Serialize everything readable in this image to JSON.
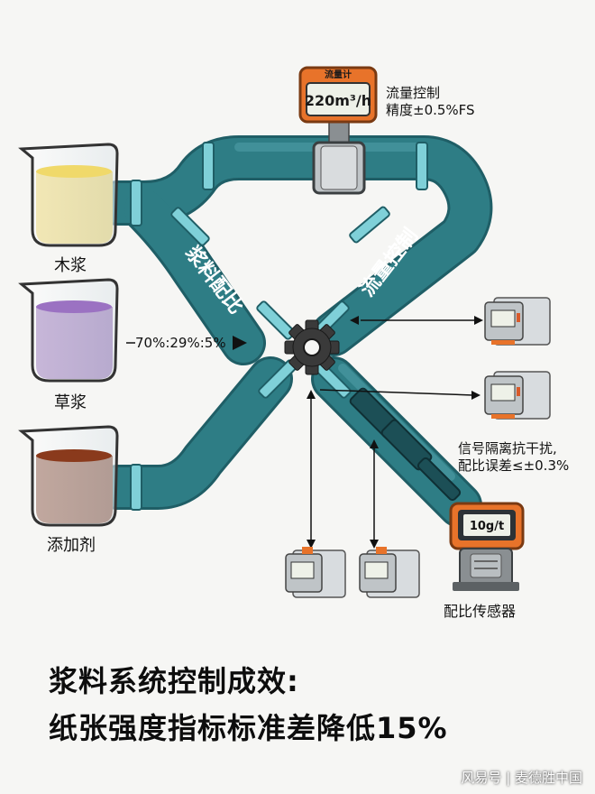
{
  "flowmeter": {
    "name": "流量计",
    "reading": "220m³/h",
    "note_line1": "流量控制",
    "note_line2": "精度±0.5%FS"
  },
  "materials": [
    {
      "label": "木浆",
      "color": "#e5c94b"
    },
    {
      "label": "草浆",
      "color": "#7a4fa3"
    },
    {
      "label": "添加剂",
      "color": "#6b2a12"
    }
  ],
  "ratio": "70%:29%:5%",
  "pipe_labels": {
    "left": "浆料配比",
    "right": "流量控制"
  },
  "signal_note": {
    "line1": "信号隔离抗干扰,",
    "line2": "配比误差≤±0.3%"
  },
  "sensor": {
    "label": "配比传感器",
    "reading": "10g/t"
  },
  "headline": {
    "line1": "浆料系统控制成效:",
    "line2": "纸张强度指标标准差降低15%"
  },
  "watermark": "风易号 | 麦德胜中国",
  "colors": {
    "pipe": "#2e7d85",
    "pipe_dark": "#1f5e66",
    "joint": "#7fd0d8",
    "device_orange": "#e8732a"
  }
}
